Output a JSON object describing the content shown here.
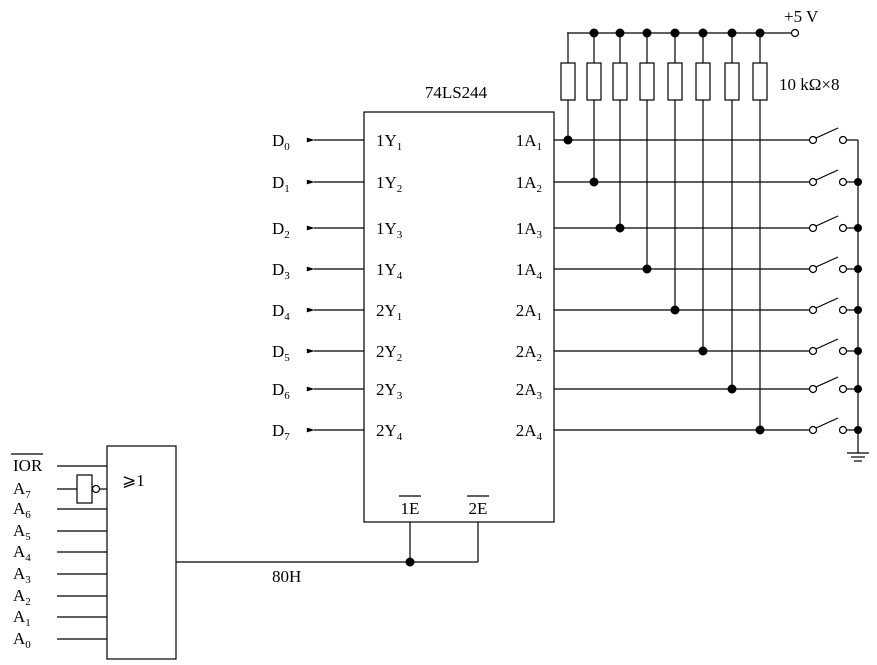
{
  "chip": {
    "name": "74LS244",
    "left_pins": [
      {
        "pre": "1Y",
        "sub": "1"
      },
      {
        "pre": "1Y",
        "sub": "2"
      },
      {
        "pre": "1Y",
        "sub": "3"
      },
      {
        "pre": "1Y",
        "sub": "4"
      },
      {
        "pre": "2Y",
        "sub": "1"
      },
      {
        "pre": "2Y",
        "sub": "2"
      },
      {
        "pre": "2Y",
        "sub": "3"
      },
      {
        "pre": "2Y",
        "sub": "4"
      }
    ],
    "right_pins": [
      {
        "pre": "1A",
        "sub": "1"
      },
      {
        "pre": "1A",
        "sub": "2"
      },
      {
        "pre": "1A",
        "sub": "3"
      },
      {
        "pre": "1A",
        "sub": "4"
      },
      {
        "pre": "2A",
        "sub": "1"
      },
      {
        "pre": "2A",
        "sub": "2"
      },
      {
        "pre": "2A",
        "sub": "3"
      },
      {
        "pre": "2A",
        "sub": "4"
      }
    ],
    "enable_pins": [
      "1E",
      "2E"
    ]
  },
  "data_outputs": [
    {
      "pre": "D",
      "sub": "0"
    },
    {
      "pre": "D",
      "sub": "1"
    },
    {
      "pre": "D",
      "sub": "2"
    },
    {
      "pre": "D",
      "sub": "3"
    },
    {
      "pre": "D",
      "sub": "4"
    },
    {
      "pre": "D",
      "sub": "5"
    },
    {
      "pre": "D",
      "sub": "6"
    },
    {
      "pre": "D",
      "sub": "7"
    }
  ],
  "supply_label": "+5 V",
  "resistor_label": "10 kΩ×8",
  "gate_symbol": "⩾1",
  "gate_inputs": [
    {
      "pre": "IOR",
      "sub": "",
      "overline": true
    },
    {
      "pre": "A",
      "sub": "7",
      "inverted": true
    },
    {
      "pre": "A",
      "sub": "6"
    },
    {
      "pre": "A",
      "sub": "5"
    },
    {
      "pre": "A",
      "sub": "4"
    },
    {
      "pre": "A",
      "sub": "3"
    },
    {
      "pre": "A",
      "sub": "2"
    },
    {
      "pre": "A",
      "sub": "1"
    },
    {
      "pre": "A",
      "sub": "0"
    }
  ],
  "address_label": "80H"
}
